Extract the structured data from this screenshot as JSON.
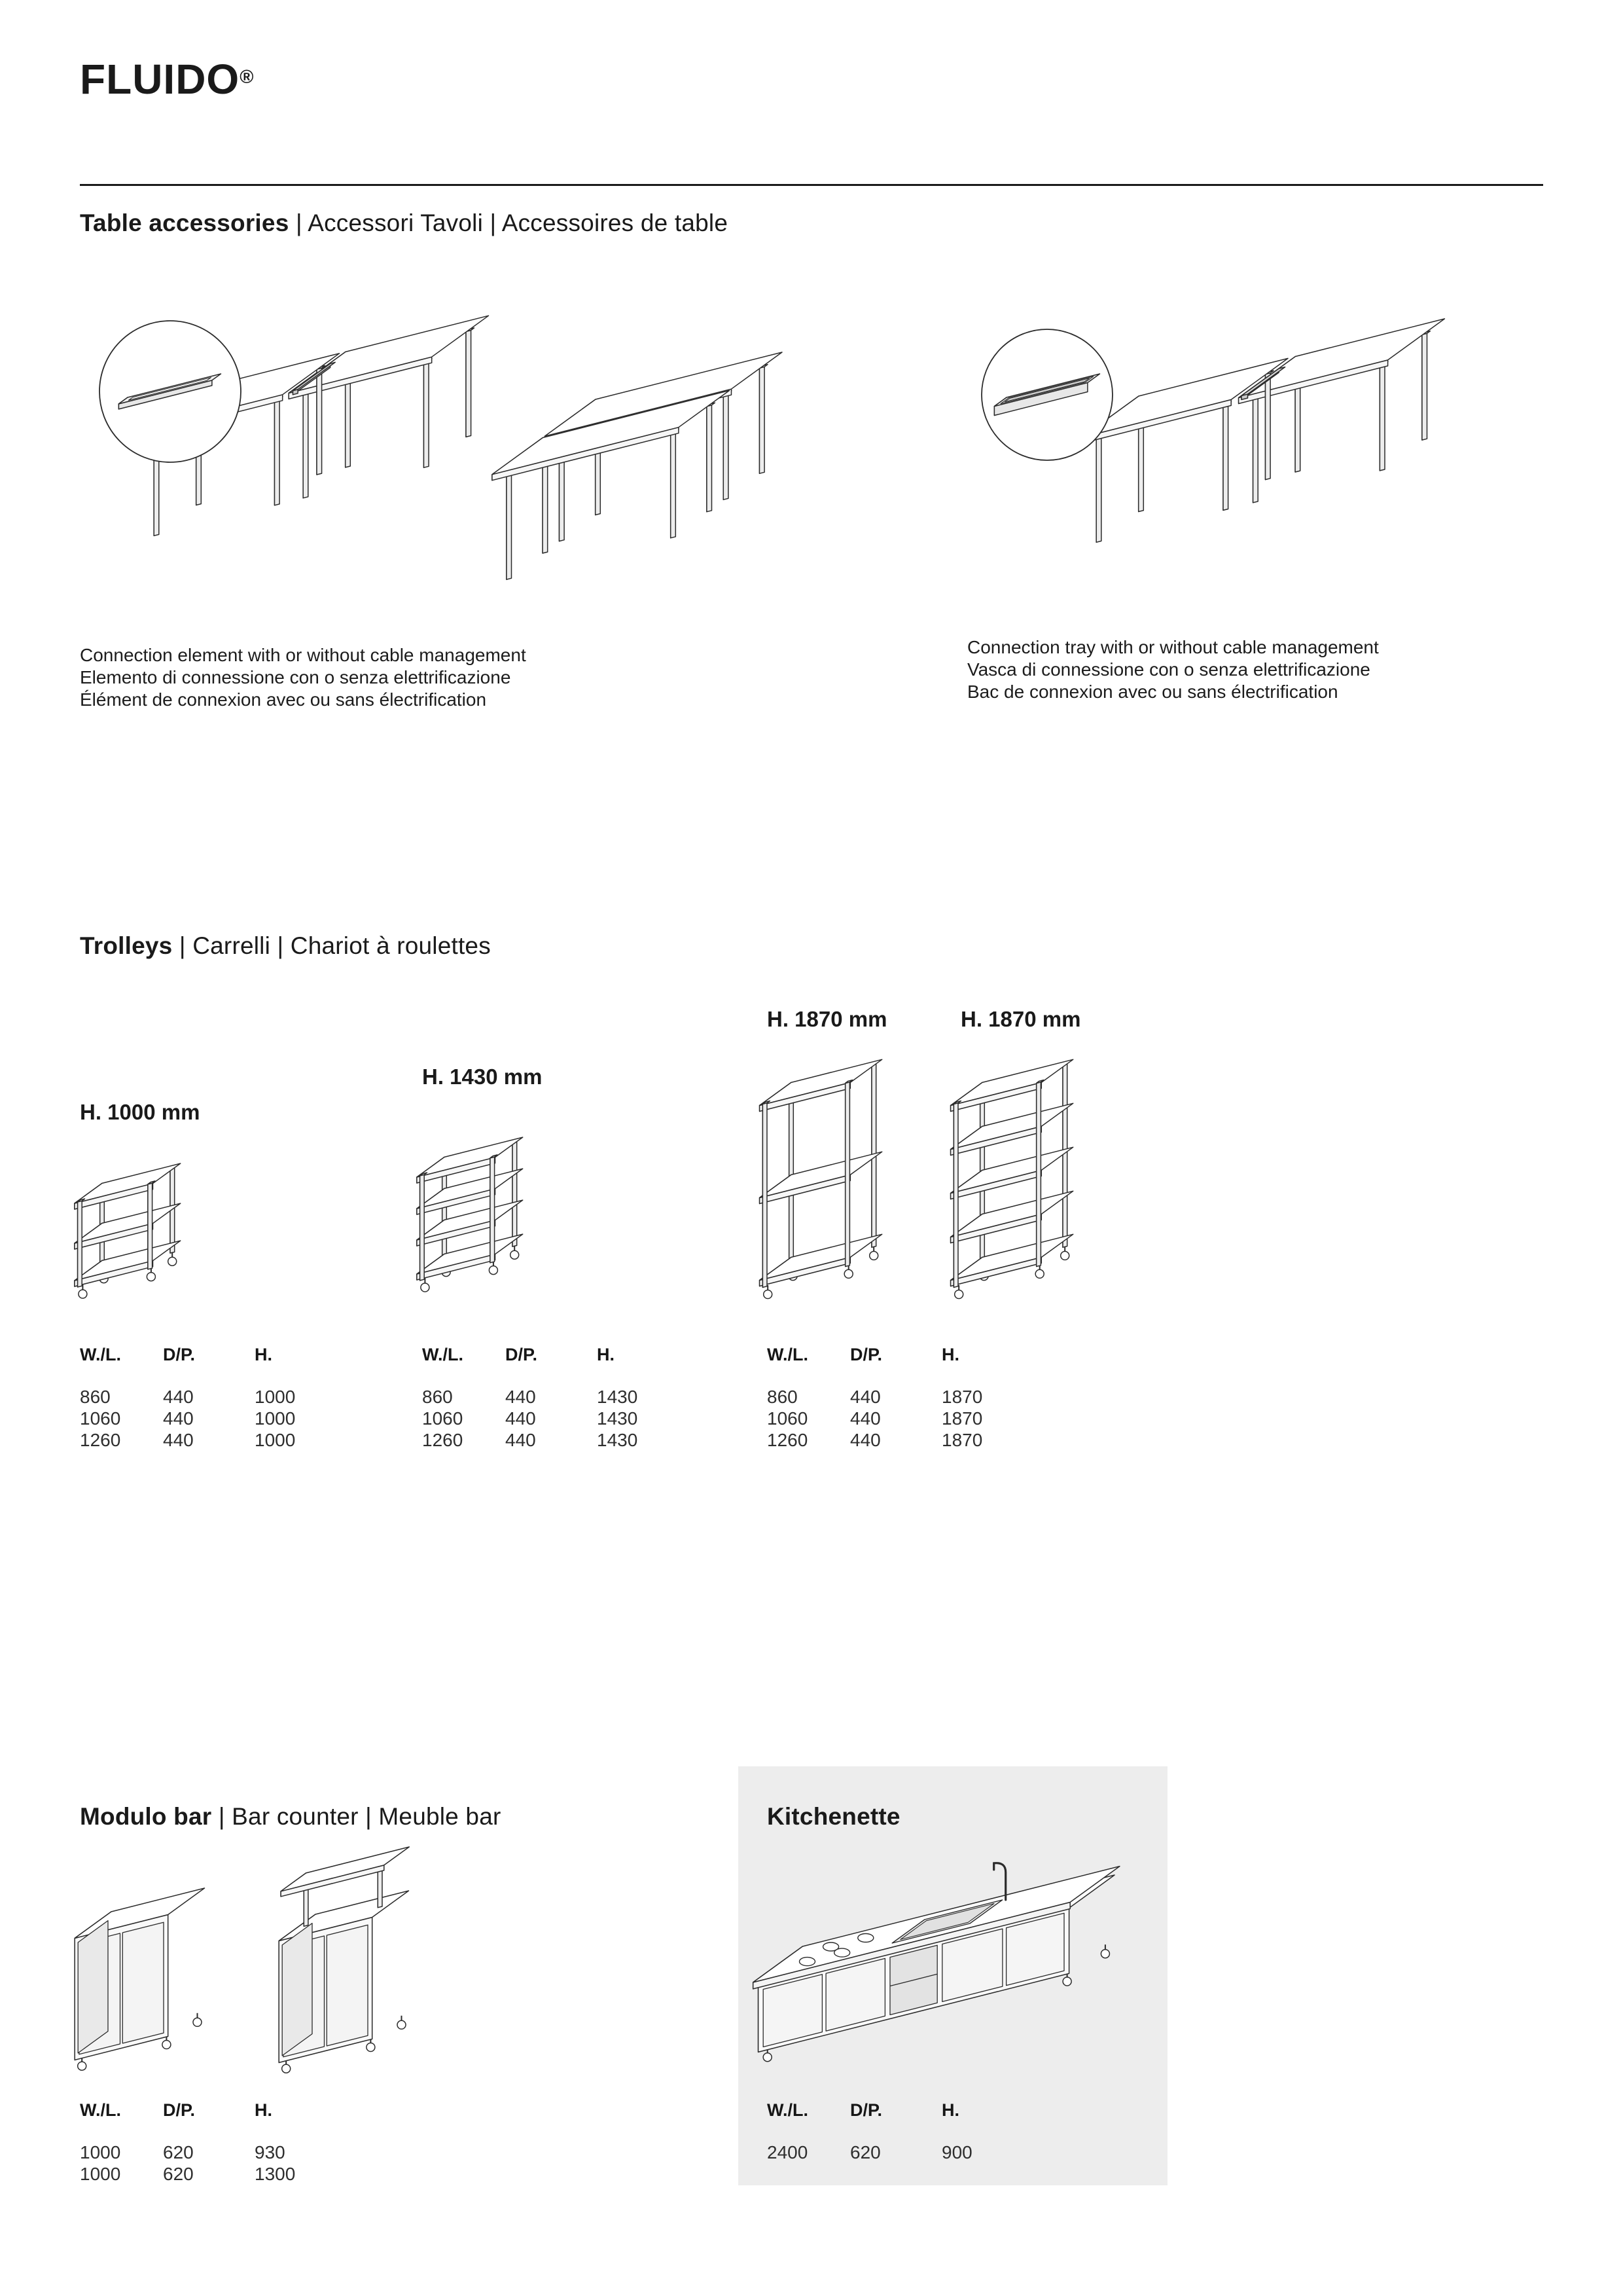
{
  "brand": {
    "name": "FLUIDO",
    "reg": "®"
  },
  "ui": {
    "sep": " | "
  },
  "sections": {
    "accessories": {
      "title_bold": "Table accessories",
      "title_rest": "Accessori Tavoli | Accessoires de table",
      "captions": {
        "left": [
          "Connection element with or without cable management",
          "Elemento di connessione con o senza elettrificazione",
          "Élément de connexion avec ou sans électrification"
        ],
        "right": [
          "Connection tray with or without cable management",
          "Vasca di connessione con o senza elettrificazione",
          "Bac de connexion avec ou sans électrification"
        ]
      }
    },
    "trolleys": {
      "title_bold": "Trolleys",
      "title_rest": "Carrelli | Chariot à roulettes",
      "variants": [
        {
          "label": "H. 1000 mm"
        },
        {
          "label": "H. 1430 mm"
        },
        {
          "label": "H. 1870 mm"
        },
        {
          "label": "H. 1870 mm"
        }
      ],
      "tables": [
        {
          "headers": [
            "W./L.",
            "D/P.",
            "H."
          ],
          "rows": [
            [
              "860",
              "440",
              "1000"
            ],
            [
              "1060",
              "440",
              "1000"
            ],
            [
              "1260",
              "440",
              "1000"
            ]
          ]
        },
        {
          "headers": [
            "W./L.",
            "D/P.",
            "H."
          ],
          "rows": [
            [
              "860",
              "440",
              "1430"
            ],
            [
              "1060",
              "440",
              "1430"
            ],
            [
              "1260",
              "440",
              "1430"
            ]
          ]
        },
        {
          "headers": [
            "W./L.",
            "D/P.",
            "H."
          ],
          "rows": [
            [
              "860",
              "440",
              "1870"
            ],
            [
              "1060",
              "440",
              "1870"
            ],
            [
              "1260",
              "440",
              "1870"
            ]
          ]
        }
      ]
    },
    "modulo_bar": {
      "title_bold": "Modulo bar",
      "title_rest": "Bar counter | Meuble bar",
      "table": {
        "headers": [
          "W./L.",
          "D/P.",
          "H."
        ],
        "rows": [
          [
            "1000",
            "620",
            "930"
          ],
          [
            "1000",
            "620",
            "1300"
          ]
        ]
      }
    },
    "kitchenette": {
      "title_bold": "Kitchenette",
      "table": {
        "headers": [
          "W./L.",
          "D/P.",
          "H."
        ],
        "rows": [
          [
            "2400",
            "620",
            "900"
          ]
        ]
      }
    }
  },
  "colors": {
    "ink": "#1a1a1a",
    "panel": "#ededed",
    "line": "#2b2b2b"
  }
}
